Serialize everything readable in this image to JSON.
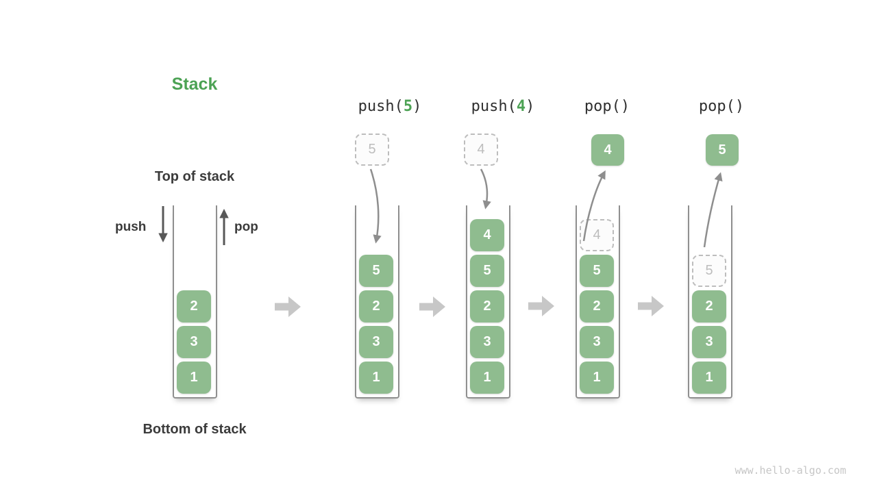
{
  "title": "Stack",
  "annotations": {
    "top_of_stack": "Top of stack",
    "bottom_of_stack": "Bottom of stack",
    "push": "push",
    "pop": "pop"
  },
  "operations": [
    {
      "prefix": "push(",
      "arg": "5",
      "suffix": ")"
    },
    {
      "prefix": "push(",
      "arg": "4",
      "suffix": ")"
    },
    {
      "prefix": "pop()",
      "arg": "",
      "suffix": ""
    },
    {
      "prefix": "pop()",
      "arg": "",
      "suffix": ""
    }
  ],
  "floating": [
    {
      "value": "5",
      "style": "ghost"
    },
    {
      "value": "4",
      "style": "ghost"
    },
    {
      "value": "4",
      "style": "solid"
    },
    {
      "value": "5",
      "style": "solid"
    }
  ],
  "stacks": [
    {
      "label": "initial",
      "items": [
        "2",
        "3",
        "1"
      ]
    },
    {
      "label": "after-push5",
      "items": [
        "5",
        "2",
        "3",
        "1"
      ]
    },
    {
      "label": "after-push4",
      "items": [
        "4",
        "5",
        "2",
        "3",
        "1"
      ]
    },
    {
      "label": "pop-4",
      "items": [
        "4",
        "5",
        "2",
        "3",
        "1"
      ],
      "top_is_ghost": true
    },
    {
      "label": "pop-5",
      "items": [
        "5",
        "2",
        "3",
        "1"
      ],
      "top_is_ghost": true
    }
  ],
  "icons": {
    "push_arrow": "down-arrow",
    "pop_arrow": "up-arrow",
    "step_arrow": "right-block-arrow",
    "push_curve": "curved-down-arrow",
    "pop_curve": "curved-up-arrow"
  },
  "colors": {
    "accent_green": "#4CA254",
    "cell_fill": "#8FBC8F",
    "ghost_border": "#BDBDBD",
    "arrow_dark": "#585858",
    "arrow_gray": "#8E8E8E",
    "block_arrow": "#C7C7C7",
    "text_dark": "#3B3B3B",
    "watermark_gray": "#C6C6C6"
  },
  "watermark": "www.hello-algo.com"
}
